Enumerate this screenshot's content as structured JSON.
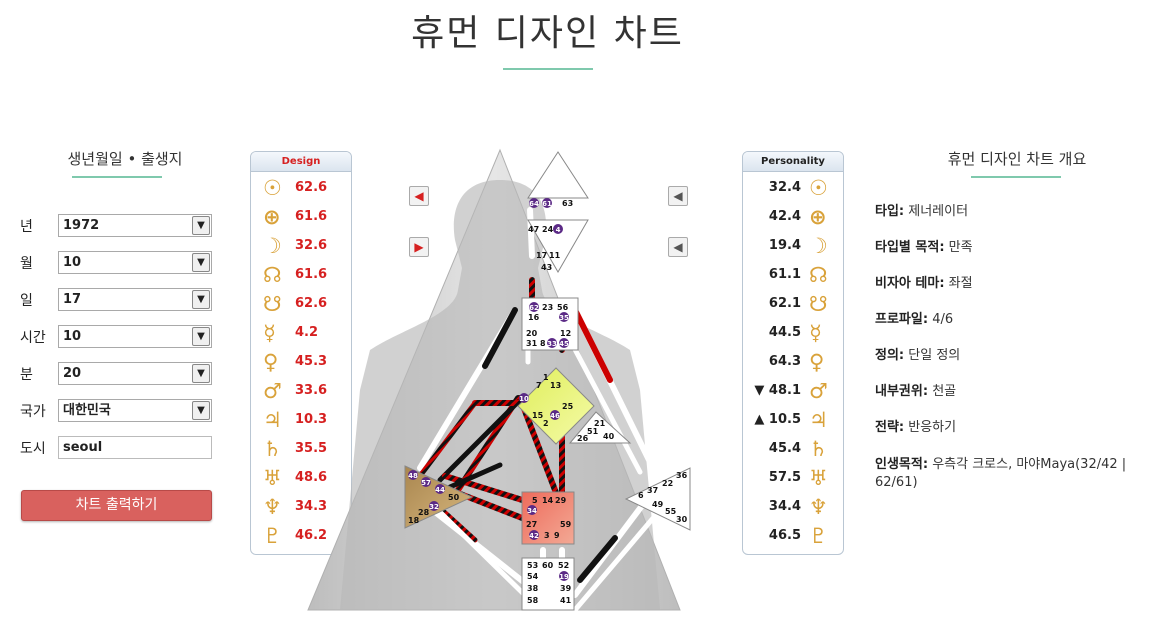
{
  "page": {
    "title": "휴먼 디자인 차트"
  },
  "form": {
    "heading": "생년월일 • 출생지",
    "fields": [
      {
        "label": "년",
        "value": "1972"
      },
      {
        "label": "월",
        "value": "10"
      },
      {
        "label": "일",
        "value": "17"
      },
      {
        "label": "시간",
        "value": "10"
      },
      {
        "label": "분",
        "value": "20"
      },
      {
        "label": "국가",
        "value": "대한민국"
      }
    ],
    "city_label": "도시",
    "city_value": "seoul",
    "submit_label": "차트 출력하기"
  },
  "design": {
    "header": "Design",
    "rows": [
      {
        "icon": "sun-icon",
        "glyph": "☉",
        "value": "62.6"
      },
      {
        "icon": "earth-icon",
        "glyph": "⊕",
        "value": "61.6"
      },
      {
        "icon": "moon-icon",
        "glyph": "☽",
        "value": "32.6"
      },
      {
        "icon": "north-node-icon",
        "glyph": "☊",
        "value": "61.6"
      },
      {
        "icon": "south-node-icon",
        "glyph": "☋",
        "value": "62.6"
      },
      {
        "icon": "mercury-icon",
        "glyph": "☿",
        "value": "4.2"
      },
      {
        "icon": "venus-icon",
        "glyph": "♀",
        "value": "45.3"
      },
      {
        "icon": "mars-icon",
        "glyph": "♂",
        "value": "33.6"
      },
      {
        "icon": "jupiter-icon",
        "glyph": "♃",
        "value": "10.3"
      },
      {
        "icon": "saturn-icon",
        "glyph": "♄",
        "value": "35.5"
      },
      {
        "icon": "uranus-icon",
        "glyph": "♅",
        "value": "48.6"
      },
      {
        "icon": "neptune-icon",
        "glyph": "♆",
        "value": "34.3"
      },
      {
        "icon": "pluto-icon",
        "glyph": "♇",
        "value": "46.2"
      }
    ]
  },
  "personality": {
    "header": "Personality",
    "rows": [
      {
        "icon": "sun-icon",
        "glyph": "☉",
        "value": "32.4"
      },
      {
        "icon": "earth-icon",
        "glyph": "⊕",
        "value": "42.4"
      },
      {
        "icon": "moon-icon",
        "glyph": "☽",
        "value": "19.4"
      },
      {
        "icon": "north-node-icon",
        "glyph": "☊",
        "value": "61.1"
      },
      {
        "icon": "south-node-icon",
        "glyph": "☋",
        "value": "62.1"
      },
      {
        "icon": "mercury-icon",
        "glyph": "☿",
        "value": "44.5"
      },
      {
        "icon": "venus-icon",
        "glyph": "♀",
        "value": "64.3"
      },
      {
        "icon": "mars-icon",
        "glyph": "♂",
        "value": "▼ 48.1"
      },
      {
        "icon": "jupiter-icon",
        "glyph": "♃",
        "value": "▲ 10.5"
      },
      {
        "icon": "saturn-icon",
        "glyph": "♄",
        "value": "45.4"
      },
      {
        "icon": "uranus-icon",
        "glyph": "♅",
        "value": "57.5"
      },
      {
        "icon": "neptune-icon",
        "glyph": "♆",
        "value": "34.4"
      },
      {
        "icon": "pluto-icon",
        "glyph": "♇",
        "value": "46.5"
      }
    ]
  },
  "summary": {
    "heading": "휴먼 디자인 차트 개요",
    "rows": [
      {
        "label": "타입:",
        "value": "제너레이터"
      },
      {
        "label": "타입별 목적:",
        "value": "만족"
      },
      {
        "label": "비자아 테마:",
        "value": "좌절"
      },
      {
        "label": "프로파일:",
        "value": "4/6"
      },
      {
        "label": "정의:",
        "value": "단일 정의"
      },
      {
        "label": "내부권위:",
        "value": "천골"
      },
      {
        "label": "전략:",
        "value": "반응하기"
      },
      {
        "label": "인생목적:",
        "value": "우측각 크로스, 마야Maya(32/42 | 62/61)"
      }
    ]
  },
  "gates": {
    "head": [
      "64",
      "61",
      "63"
    ],
    "ajna": [
      "47",
      "24",
      "4",
      "17",
      "11",
      "43"
    ],
    "throat": [
      "62",
      "23",
      "56",
      "16",
      "35",
      "20",
      "12",
      "31",
      "8",
      "33",
      "45"
    ],
    "g": [
      "1",
      "7",
      "13",
      "10",
      "25",
      "15",
      "46",
      "2"
    ],
    "ego": [
      "21",
      "51",
      "26",
      "40"
    ],
    "spleen": [
      "48",
      "57",
      "44",
      "50",
      "32",
      "28",
      "18"
    ],
    "sacral": [
      "5",
      "14",
      "29",
      "34",
      "27",
      "59",
      "42",
      "3",
      "9"
    ],
    "solar": [
      "36",
      "22",
      "6",
      "37",
      "49",
      "55",
      "30"
    ],
    "root": [
      "53",
      "60",
      "52",
      "54",
      "19",
      "38",
      "39",
      "58",
      "41"
    ]
  },
  "colors": {
    "accent": "#7fc9ad",
    "button": "#d9615e",
    "design": "#d62020",
    "glyph": "#d9a23a",
    "active_gate": "#5b2a86"
  }
}
